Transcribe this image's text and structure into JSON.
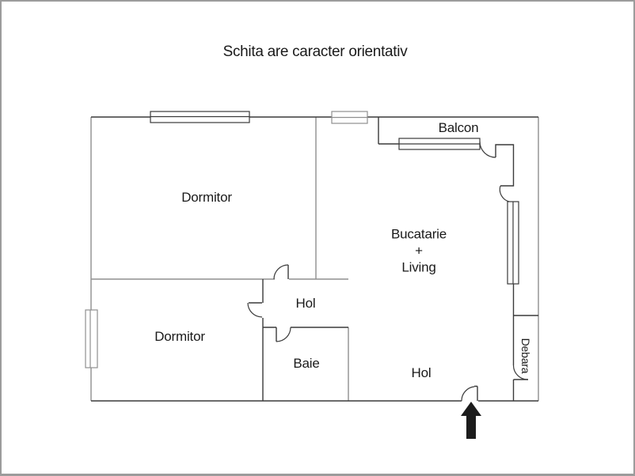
{
  "title": "Schita are caracter orientativ",
  "rooms": {
    "dormitor_top": "Dormitor",
    "dormitor_bottom": "Dormitor",
    "balcon": "Balcon",
    "bucatarie_living": {
      "line1": "Bucatarie",
      "line2": "+",
      "line3": "Living"
    },
    "hol_top": "Hol",
    "hol_bottom": "Hol",
    "baie": "Baie",
    "debara": "Debara"
  },
  "icons": {
    "entrance_arrow": "entrance-arrow-icon"
  },
  "colors": {
    "wall_dark": "#3a3a3a",
    "wall_light": "#8f8f8f",
    "window_fill": "#ffffff",
    "arrow_fill": "#1c1c1c",
    "page_border": "#9c9c9c",
    "text": "#1a1a1a"
  }
}
